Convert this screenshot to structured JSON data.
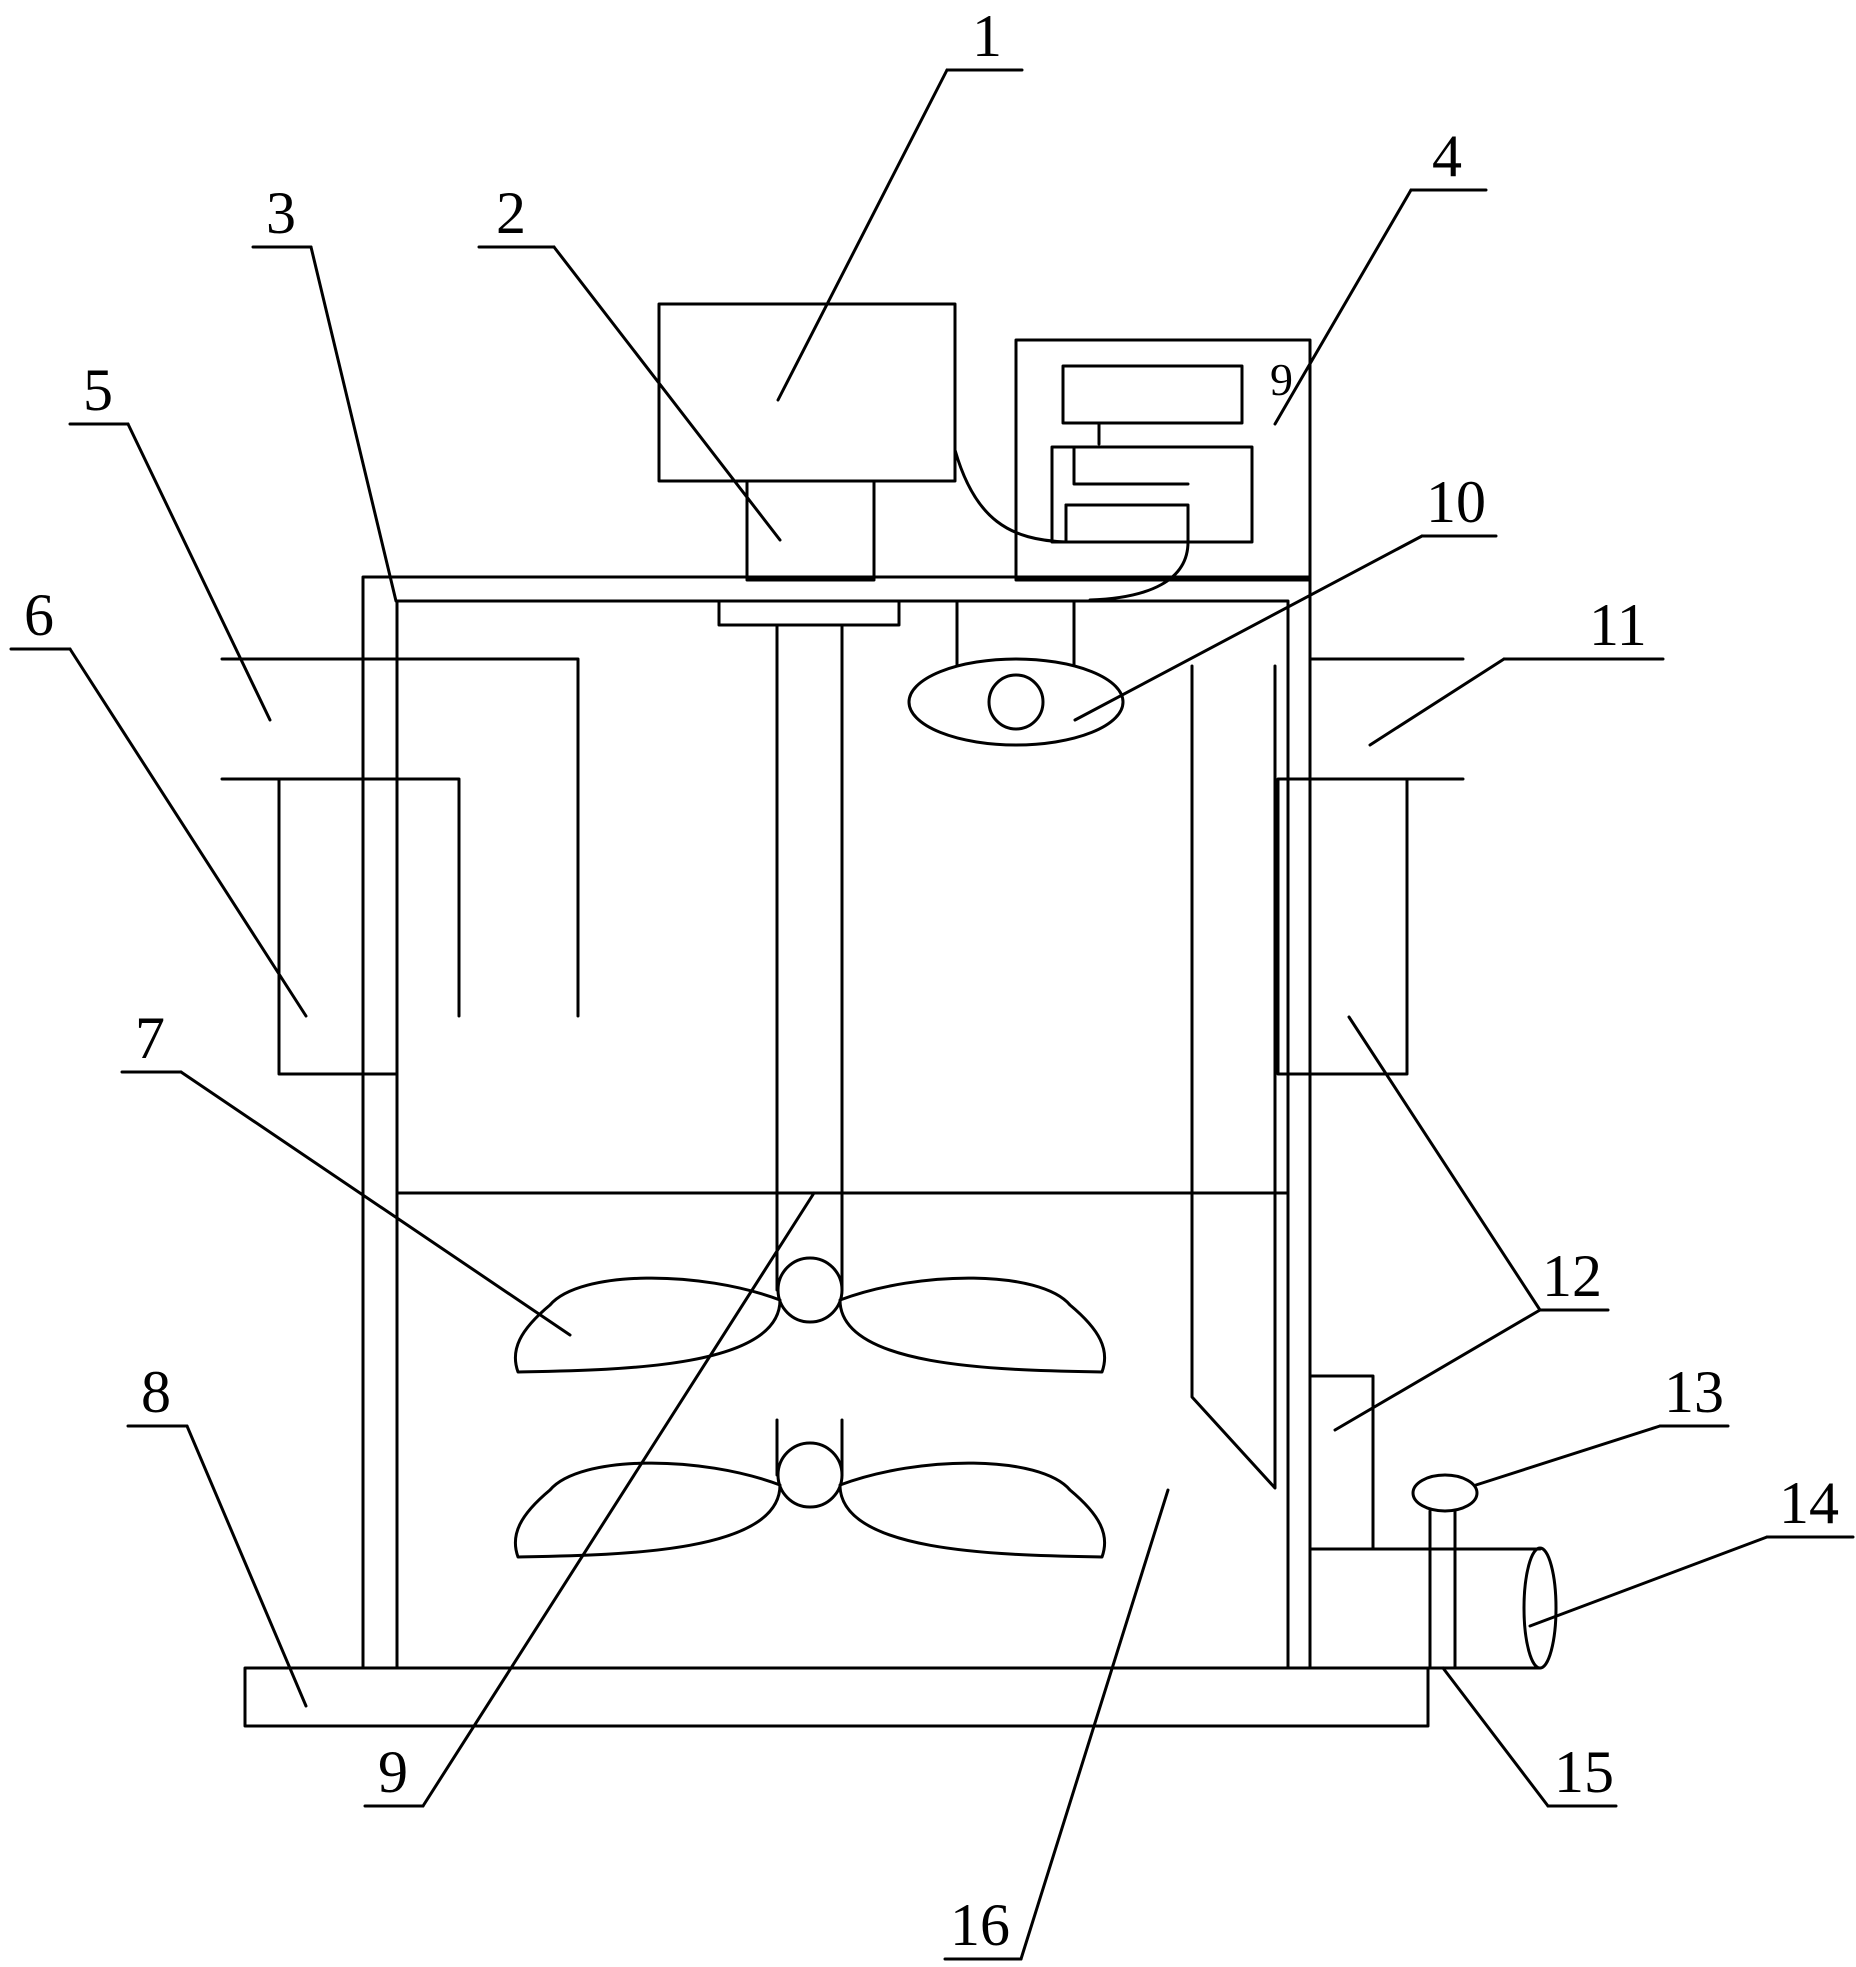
{
  "diagram": {
    "labels": [
      "1",
      "2",
      "3",
      "4",
      "5",
      "6",
      "7",
      "8",
      "9",
      "10",
      "11",
      "12",
      "13",
      "14",
      "15",
      "16"
    ],
    "panel_mark": "9"
  }
}
